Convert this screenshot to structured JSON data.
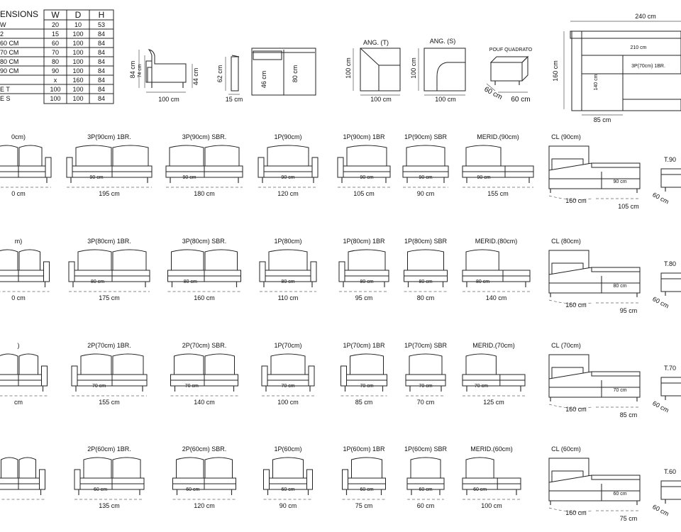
{
  "table": {
    "title": "ENSIONS",
    "headers": [
      "W",
      "D",
      "H"
    ],
    "rows": [
      {
        "name": "W",
        "w": "20",
        "d": "10",
        "h": "53"
      },
      {
        "name": "2",
        "w": "15",
        "d": "100",
        "h": "84"
      },
      {
        "name": "60 СМ",
        "w": "60",
        "d": "100",
        "h": "84"
      },
      {
        "name": "70 СМ",
        "w": "70",
        "d": "100",
        "h": "84"
      },
      {
        "name": "80 СМ",
        "w": "80",
        "d": "100",
        "h": "84"
      },
      {
        "name": "90 СМ",
        "w": "90",
        "d": "100",
        "h": "84"
      },
      {
        "name": "",
        "w": "x",
        "d": "160",
        "h": "84"
      },
      {
        "name": "E T",
        "w": "100",
        "d": "100",
        "h": "84"
      },
      {
        "name": "E S",
        "w": "100",
        "d": "100",
        "h": "84"
      }
    ]
  },
  "side_views": {
    "sofa_side": {
      "d1": "84 cm",
      "d2": "74 cm",
      "d3": "44 cm",
      "width": "100 cm"
    },
    "arm": {
      "height": "62 cm",
      "width": "15 cm"
    },
    "seat": {
      "d1": "46 cm",
      "d2": "80 cm"
    },
    "ang_t": {
      "title": "ANG. (T)",
      "height": "100 cm",
      "width": "100 cm"
    },
    "ang_s": {
      "title": "ANG. (S)",
      "height": "100 cm",
      "width": "100 cm"
    },
    "pouf": {
      "title": "POUF  QUADRATO",
      "d1": "60 cm",
      "d2": "60 cm"
    },
    "plan": {
      "width": "240 cm",
      "inner": "210 cm",
      "label": "3P(70cm)  1BR.",
      "depth": "160 cm",
      "seat": "140 cm",
      "foot": "85 cm"
    }
  },
  "rows": [
    {
      "items": [
        {
          "title": "0cm)",
          "seat": "",
          "width": "0 cm"
        },
        {
          "title": "3P(90cm) 1BR.",
          "seat": "90 cm",
          "width": "195 cm"
        },
        {
          "title": "3P(90cm) SBR.",
          "seat": "90 cm",
          "width": "180 cm"
        },
        {
          "title": "1P(90cm)",
          "seat": "90 cm",
          "width": "120 cm"
        },
        {
          "title": "1P(90cm) 1BR",
          "seat": "90 cm",
          "width": "105 cm"
        },
        {
          "title": "1P(90cm) SBR",
          "seat": "90 cm",
          "width": "90 cm"
        },
        {
          "title": "MERID.(90cm)",
          "seat": "90 cm",
          "width": "155 cm"
        }
      ],
      "cl": {
        "title": "CL (90cm)",
        "seat": "90 cm",
        "d1": "160 cm",
        "d2": "105 cm"
      },
      "t": {
        "title": "T.90",
        "d": "60 cm"
      }
    },
    {
      "items": [
        {
          "title": "m)",
          "seat": "",
          "width": "0 cm"
        },
        {
          "title": "3P(80cm) 1BR.",
          "seat": "80 cm",
          "width": "175 cm"
        },
        {
          "title": "3P(80cm) SBR.",
          "seat": "80 cm",
          "width": "160 cm"
        },
        {
          "title": "1P(80cm)",
          "seat": "80 cm",
          "width": "110 cm"
        },
        {
          "title": "1P(80cm) 1BR",
          "seat": "80 cm",
          "width": "95 cm"
        },
        {
          "title": "1P(80cm) SBR",
          "seat": "80 cm",
          "width": "80 cm"
        },
        {
          "title": "MERID.(80cm)",
          "seat": "80 cm",
          "width": "140 cm"
        }
      ],
      "cl": {
        "title": "CL (80cm)",
        "seat": "80 cm",
        "d1": "160 cm",
        "d2": "95 cm"
      },
      "t": {
        "title": "T.80",
        "d": "60 cm"
      }
    },
    {
      "items": [
        {
          "title": ")",
          "seat": "",
          "width": "cm"
        },
        {
          "title": "2P(70cm) 1BR.",
          "seat": "70 cm",
          "width": "155 cm"
        },
        {
          "title": "2P(70cm) SBR.",
          "seat": "70 cm",
          "width": "140 cm"
        },
        {
          "title": "1P(70cm)",
          "seat": "70 cm",
          "width": "100 cm"
        },
        {
          "title": "1P(70cm) 1BR",
          "seat": "70 cm",
          "width": "85 cm"
        },
        {
          "title": "1P(70cm) SBR",
          "seat": "70 cm",
          "width": "70 cm"
        },
        {
          "title": "MERID.(70cm)",
          "seat": "70 cm",
          "width": "125 cm"
        }
      ],
      "cl": {
        "title": "CL (70cm)",
        "seat": "70 cm",
        "d1": "160 cm",
        "d2": "85 cm"
      },
      "t": {
        "title": "T.70",
        "d": "60 cm"
      }
    },
    {
      "items": [
        {
          "title": "",
          "seat": "",
          "width": ""
        },
        {
          "title": "2P(60cm) 1BR.",
          "seat": "60 cm",
          "width": "135 cm"
        },
        {
          "title": "2P(60cm) SBR.",
          "seat": "60 cm",
          "width": "120 cm"
        },
        {
          "title": "1P(60cm)",
          "seat": "60 cm",
          "width": "90 cm"
        },
        {
          "title": "1P(60cm) 1BR",
          "seat": "60 cm",
          "width": "75 cm"
        },
        {
          "title": "1P(60cm) SBR",
          "seat": "60 cm",
          "width": "60 cm"
        },
        {
          "title": "MERID.(60cm)",
          "seat": "60 cm",
          "width": "100 cm"
        }
      ],
      "cl": {
        "title": "CL (60cm)",
        "seat": "60 cm",
        "d1": "160 cm",
        "d2": "75 cm"
      },
      "t": {
        "title": "T.60",
        "d": "60 cm"
      }
    }
  ]
}
